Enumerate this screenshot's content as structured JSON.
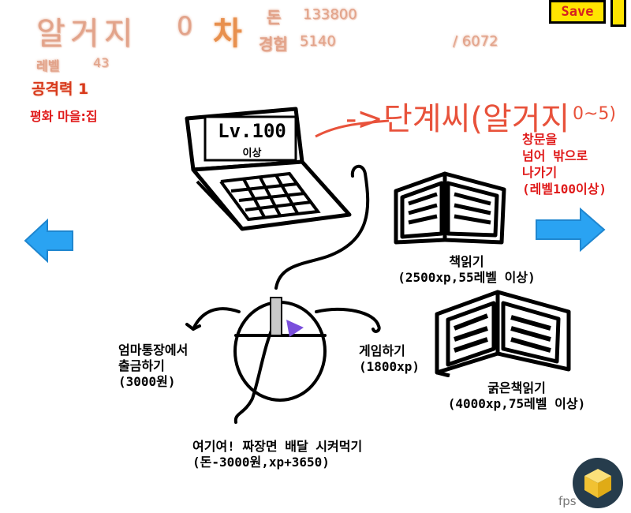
{
  "hud": {
    "title": "알거지",
    "title_number": "0",
    "rank": "차",
    "money_label": "돈",
    "money_value": "133800",
    "exp_label": "경험",
    "exp_value": "5140",
    "exp_max": "/ 6072",
    "level_label": "레벨",
    "level_value": "43",
    "attack_label": "공격력 1",
    "location": "평화 마을:집",
    "save_label": "Save"
  },
  "laptop": {
    "screen_title": "Lv.100",
    "screen_sub": "이상"
  },
  "stage_note": {
    "arrow_text": "->단계씨(알거지",
    "range_text": "0~5)"
  },
  "window_option": [
    "창문을",
    "넘어 밖으로",
    "나가기",
    "(레벨100이상)"
  ],
  "book_option": [
    "책읽기",
    "(2500xp,55레벨 이상)"
  ],
  "thick_book_option": [
    "굵은책읽기",
    "(4000xp,75레벨 이상)"
  ],
  "game_option": [
    "게임하기",
    "(1800xp)"
  ],
  "mom_option": [
    "엄마통장에서",
    "출금하기",
    "(3000원)"
  ],
  "food_option": [
    "여기여! 짜장면 배달 시켜먹기",
    "(돈-3000원,xp+3650)"
  ],
  "footer": {
    "fps_label": "fps"
  },
  "colors": {
    "arrow_blue": "#2aa3f2",
    "save_yellow": "#ffe400",
    "red_text": "#e01b1b",
    "hand_red": "#e8523b"
  },
  "icons": [
    "left-arrow-icon",
    "right-arrow-icon",
    "laptop-icon",
    "mouse-icon",
    "book-icon",
    "thick-book-icon",
    "cube-icon"
  ]
}
